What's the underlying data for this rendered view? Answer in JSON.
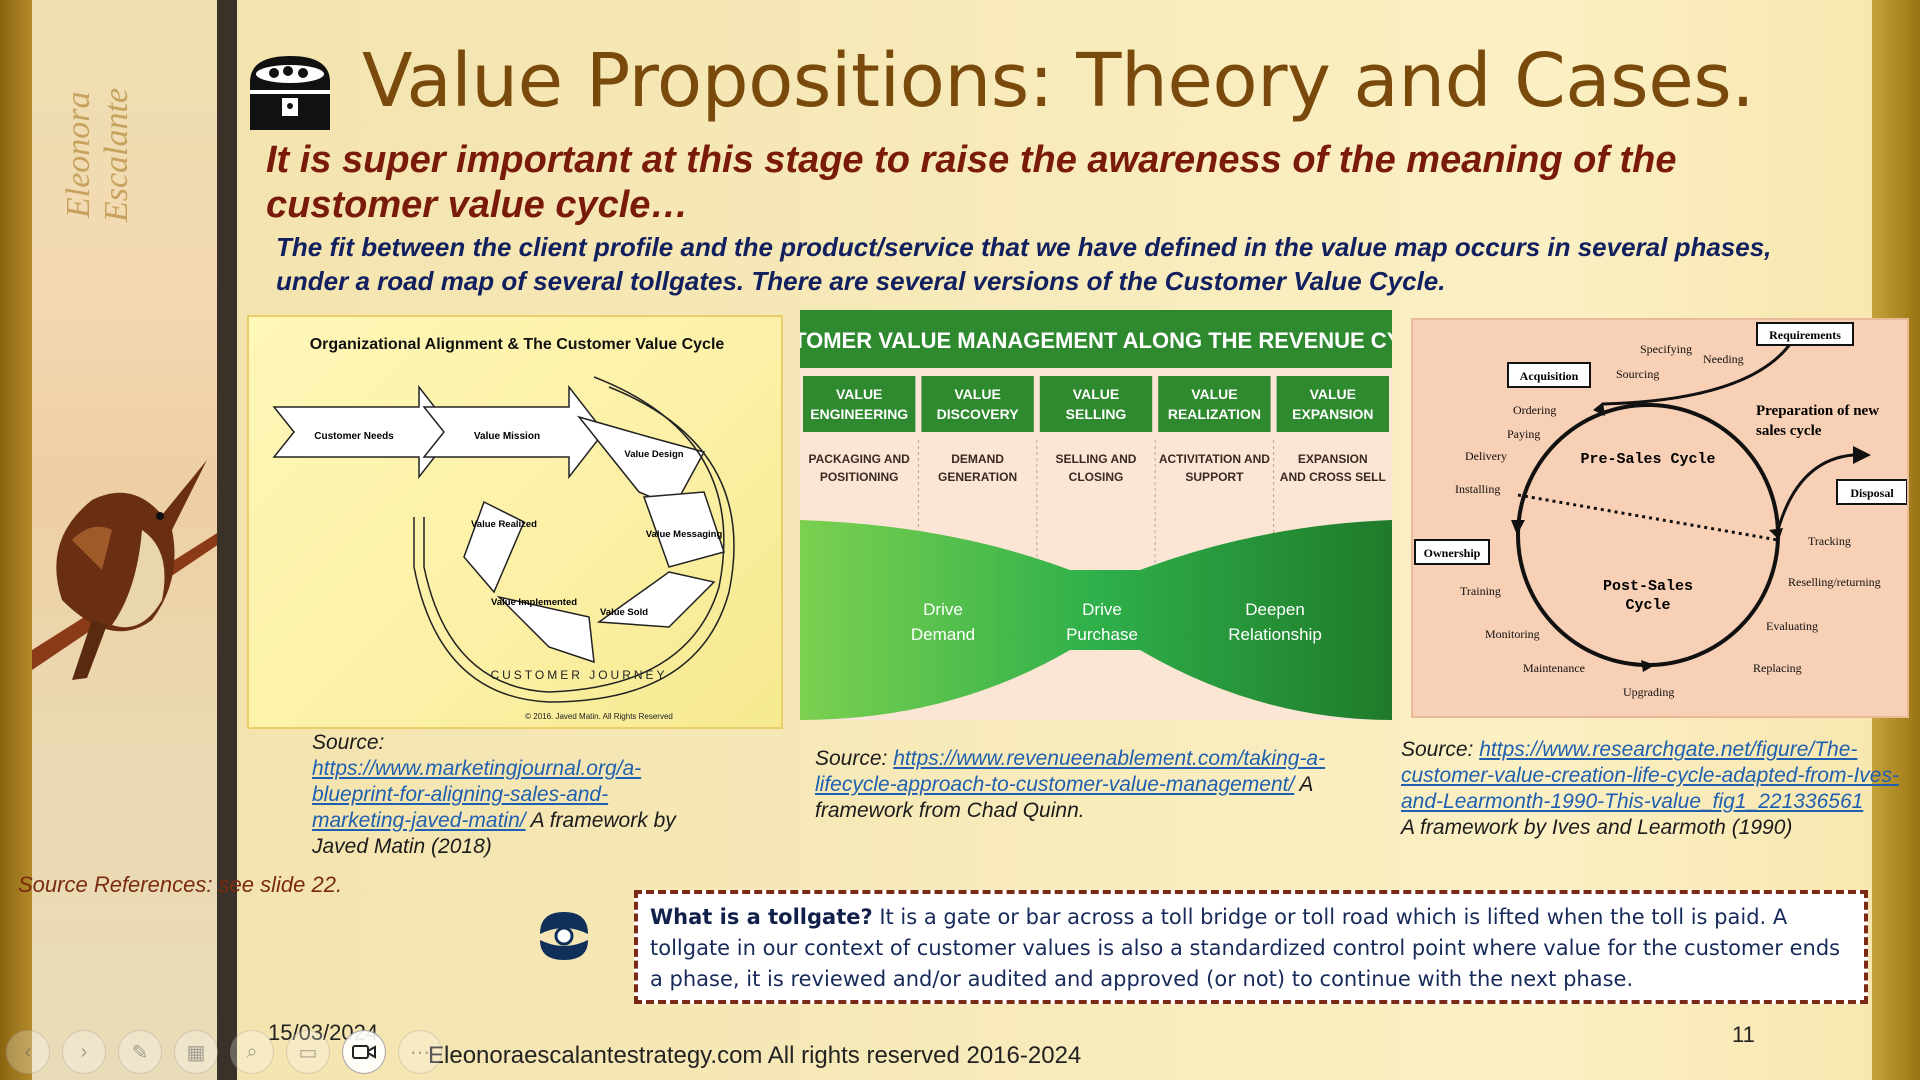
{
  "title": "Value Propositions: Theory and Cases.",
  "subtitle": "It is super important at this stage to raise the awareness of the meaning of the customer value cycle…",
  "intro": "The fit between the client profile and the product/service that we have defined in the value map occurs in several phases, under a road map of several tollgates. There are several versions of the Customer Value Cycle.",
  "signature": "Eleonora Escalante",
  "panel1": {
    "title": "Organizational Alignment & The Customer Value Cycle",
    "labels": [
      "Customer Needs",
      "Value Mission",
      "Value Design",
      "Value Messaging",
      "Value Sold",
      "Value Implemented",
      "Value Realized"
    ],
    "arc_text": "CUSTOMER JOURNEY",
    "copyright": "© 2016. Javed Matin. All Rights Reserved"
  },
  "panel2": {
    "title": "CUSTOMER VALUE MANAGEMENT ALONG THE REVENUE CYCLE",
    "columns": [
      {
        "head1": "VALUE",
        "head2": "ENGINEERING",
        "sub1": "PACKAGING AND",
        "sub2": "POSITIONING"
      },
      {
        "head1": "VALUE",
        "head2": "DISCOVERY",
        "sub1": "DEMAND",
        "sub2": "GENERATION"
      },
      {
        "head1": "VALUE",
        "head2": "SELLING",
        "sub1": "SELLING AND",
        "sub2": "CLOSING"
      },
      {
        "head1": "VALUE",
        "head2": "REALIZATION",
        "sub1": "ACTIVITATION AND",
        "sub2": "SUPPORT"
      },
      {
        "head1": "VALUE",
        "head2": "EXPANSION",
        "sub1": "EXPANSION",
        "sub2": "AND CROSS SELL"
      }
    ],
    "drive1a": "Drive",
    "drive1b": "Demand",
    "drive2a": "Drive",
    "drive2b": "Purchase",
    "drive3a": "Deepen",
    "drive3b": "Relationship"
  },
  "panel3": {
    "requirements": "Requirements",
    "acquisition": "Acquisition",
    "ownership": "Ownership",
    "disposal": "Disposal",
    "presales": "Pre-Sales Cycle",
    "postsales1": "Post-Sales",
    "postsales2": "Cycle",
    "prep1": "Preparation of new",
    "prep2": "sales cycle",
    "stages": {
      "specifying": "Specifying",
      "needing": "Needing",
      "sourcing": "Sourcing",
      "ordering": "Ordering",
      "paying": "Paying",
      "delivery": "Delivery",
      "installing": "Installing",
      "training": "Training",
      "monitoring": "Monitoring",
      "maintenance": "Maintenance",
      "upgrading": "Upgrading",
      "replacing": "Replacing",
      "evaluating": "Evaluating",
      "reselling": "Reselling/returning",
      "tracking": "Tracking"
    }
  },
  "source1": {
    "label": "Source:",
    "url": "https://www.marketingjournal.org/a-blueprint-for-aligning-sales-and-marketing-javed-matin/",
    "text": " A framework by Javed Matin (2018)"
  },
  "source2": {
    "label": "Source: ",
    "url": "https://www.revenueenablement.com/taking-a-lifecycle-approach-to-customer-value-management/",
    "text": " A framework from Chad Quinn."
  },
  "source3": {
    "label": "Source: ",
    "url": "https://www.researchgate.net/figure/The-customer-value-creation-life-cycle-adapted-from-Ives-and-Learmonth-1990-This-value_fig1_221336561",
    "text": "A framework by Ives and Learmoth (1990)"
  },
  "source_refs": "Source References: see slide 22.",
  "tollgate": {
    "question": "What is a tollgate?",
    "body": " It is a gate or bar across a toll bridge or toll road which is lifted when the toll is paid. A tollgate in our context of customer values is also a standardized control point where value for the customer ends a phase, it is reviewed and/or audited and approved (or not) to continue with the next phase."
  },
  "date": "15/03/2024",
  "footer": "Eleonoraescalantestrategy.com  All rights reserved 2016-2024",
  "page_number": "11",
  "toolbar": [
    "previous-icon",
    "next-icon",
    "pen-icon",
    "slides-grid-icon",
    "zoom-icon",
    "subtitles-icon",
    "camera-icon",
    "more-icon"
  ],
  "colors": {
    "title": "#7a4a0c",
    "subtitle": "#7a1a0a",
    "intro": "#122060",
    "green": "#2f8a2f",
    "link": "#1f5fb0"
  }
}
